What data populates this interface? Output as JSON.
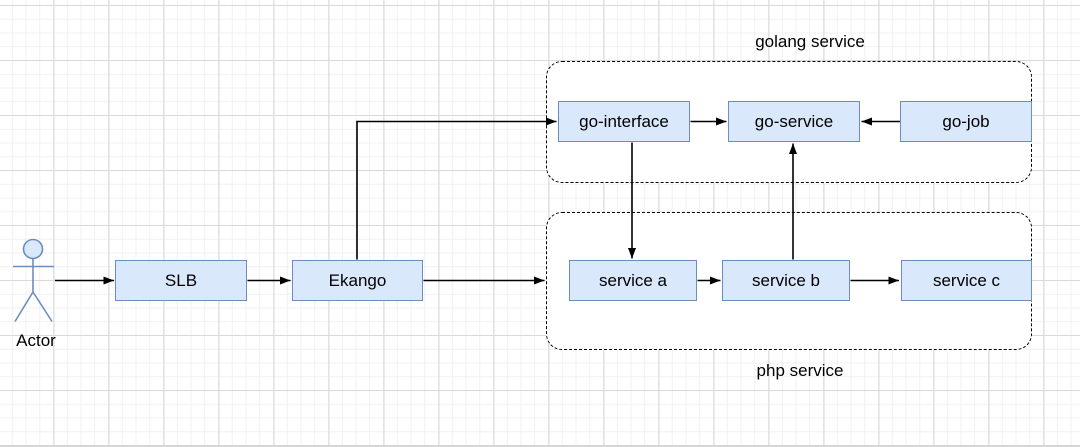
{
  "actor": {
    "label": "Actor"
  },
  "nodes": {
    "slb": {
      "label": "SLB"
    },
    "ekango": {
      "label": "Ekango"
    },
    "go_interface": {
      "label": "go-interface"
    },
    "go_service": {
      "label": "go-service"
    },
    "go_job": {
      "label": "go-job"
    },
    "service_a": {
      "label": "service a"
    },
    "service_b": {
      "label": "service b"
    },
    "service_c": {
      "label": "service c"
    }
  },
  "groups": {
    "golang": {
      "label": "golang service"
    },
    "php": {
      "label": "php service"
    }
  },
  "edges": [
    {
      "from": "Actor",
      "to": "SLB",
      "arrow": "->"
    },
    {
      "from": "SLB",
      "to": "Ekango",
      "arrow": "->"
    },
    {
      "from": "Ekango",
      "to": "php service group",
      "arrow": "->"
    },
    {
      "from": "Ekango",
      "to": "go-interface",
      "arrow": "->"
    },
    {
      "from": "go-interface",
      "to": "go-service",
      "arrow": "->"
    },
    {
      "from": "go-job",
      "to": "go-service",
      "arrow": "->"
    },
    {
      "from": "go-interface",
      "to": "service a",
      "arrow": "->"
    },
    {
      "from": "service b",
      "to": "go-service",
      "arrow": "->"
    },
    {
      "from": "service a",
      "to": "service b",
      "arrow": "->"
    },
    {
      "from": "service b",
      "to": "service c",
      "arrow": "->"
    }
  ],
  "colors": {
    "node_fill": "#dae8fc",
    "node_stroke": "#6c8ebf",
    "actor_stroke": "#6c8ebf",
    "edge_stroke": "#000000",
    "group_border": "#000000",
    "background": "#ffffff",
    "grid_minor": "#f0f0f0",
    "grid_major": "#d9d9d9"
  }
}
